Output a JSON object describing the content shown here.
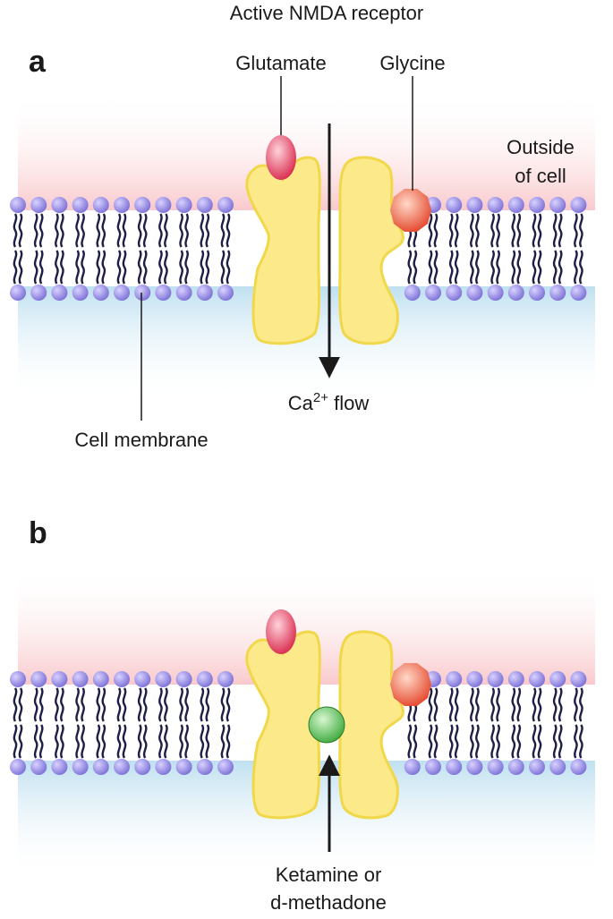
{
  "figure": {
    "title": "Active NMDA receptor",
    "panel_a": {
      "label": "a",
      "glutamate": "Glutamate",
      "glycine": "Glycine",
      "outside_line1": "Outside",
      "outside_line2": "of cell",
      "flow_base": "Ca",
      "flow_sup": "2+",
      "flow_tail": " flow",
      "membrane": "Cell membrane"
    },
    "panel_b": {
      "label": "b",
      "blocker_line1": "Ketamine or",
      "blocker_line2": "d-methadone"
    }
  },
  "colors": {
    "receptor_fill": "#fbe98a",
    "receptor_stroke": "#f0d84a",
    "lipid_head": "#7c70d6",
    "lipid_tail": "#1f1f45",
    "glutamate": "#d8284a",
    "glycine": "#e4452a",
    "blocker": "#3aa83a",
    "outside_tint": "#f9c9cc",
    "inside_tint": "#bfe0f0"
  }
}
